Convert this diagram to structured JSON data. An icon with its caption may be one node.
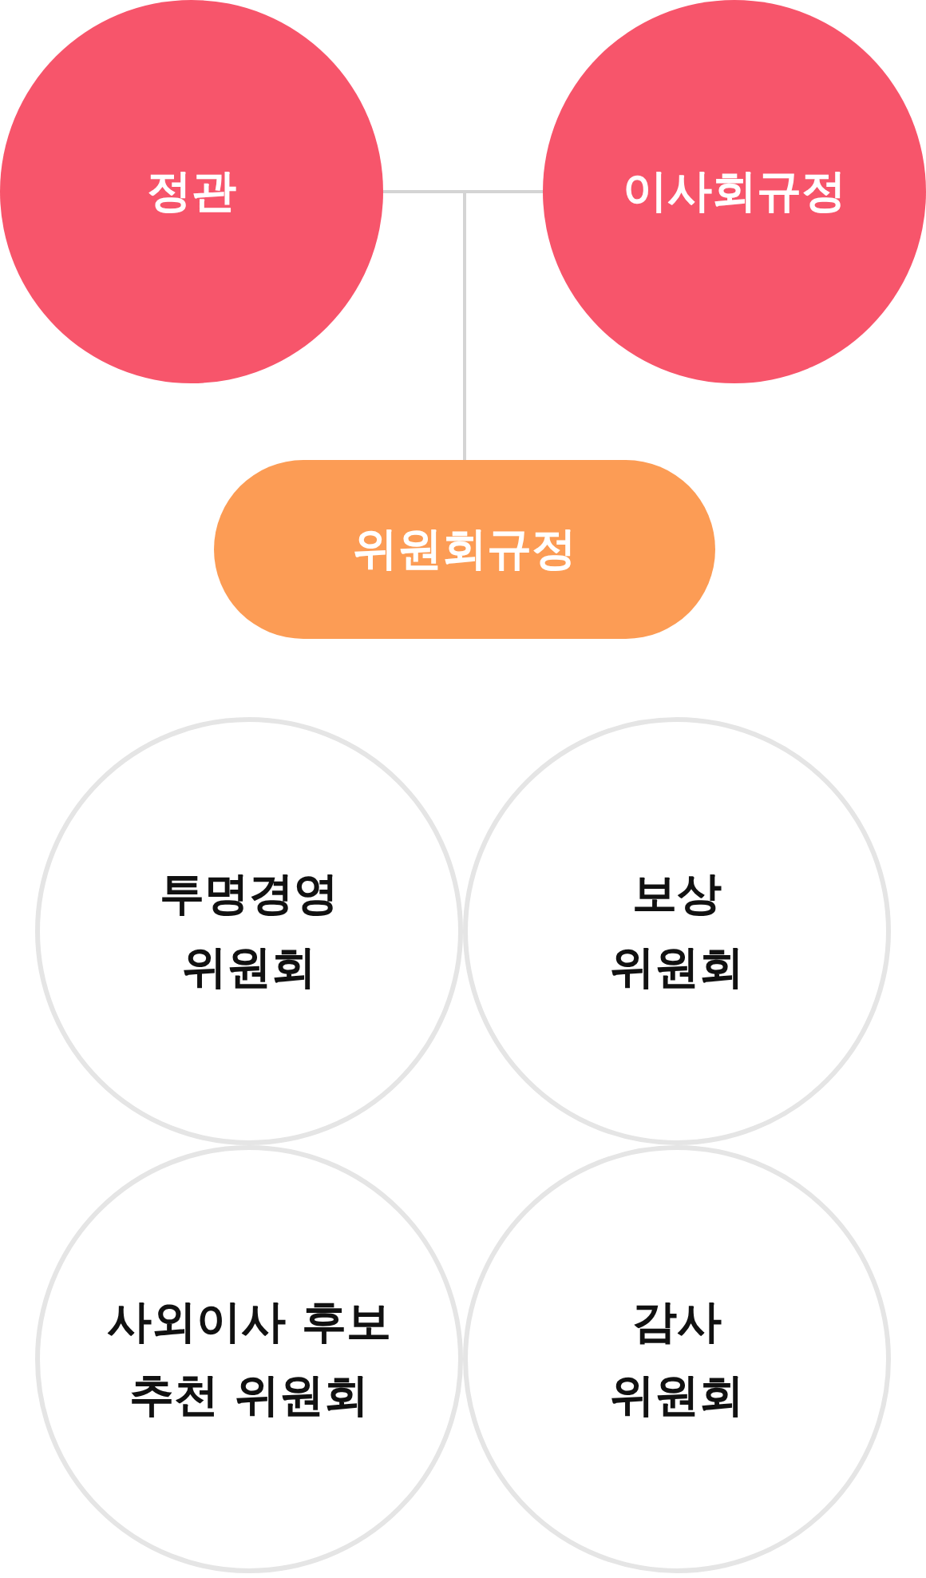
{
  "diagram": {
    "nodes": [
      {
        "text": [
          "정관"
        ]
      },
      {
        "text": [
          "이사회규정"
        ]
      },
      {
        "text": [
          "위원회규정"
        ]
      },
      {
        "text": [
          "투명경영 위원회"
        ]
      },
      {
        "text": [
          "보상 위원회"
        ]
      },
      {
        "text": [
          "사외이사 후보 추천 위원회"
        ]
      },
      {
        "text": [
          "감사 위원회"
        ]
      }
    ],
    "edges": [
      {
        "from": 0,
        "to": 2,
        "arrow": "none"
      },
      {
        "from": 1,
        "to": 2,
        "arrow": "none"
      }
    ]
  }
}
